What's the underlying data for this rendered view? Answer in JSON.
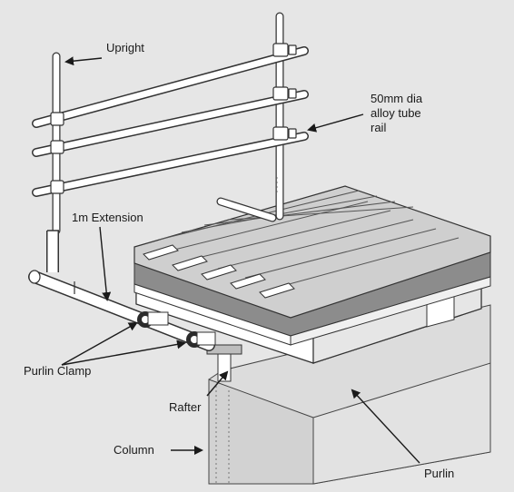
{
  "labels": {
    "upright": "Upright",
    "rail": [
      "50mm dia",
      "alloy tube",
      "rail"
    ],
    "extension": "1m Extension",
    "purlin_clamp": "Purlin Clamp",
    "rafter": "Rafter",
    "column": "Column",
    "purlin": "Purlin"
  },
  "colors": {
    "background": "#e6e6e6",
    "metal": "#ffffff",
    "metal_outline": "#333333",
    "roof_sheet": "#cfcfcf",
    "insulation_band": "#8c8c8c",
    "steel_block": "#dcdcdc",
    "clamp": "#2b2b2b"
  },
  "icons": {
    "pointer": "arrow-icon"
  }
}
